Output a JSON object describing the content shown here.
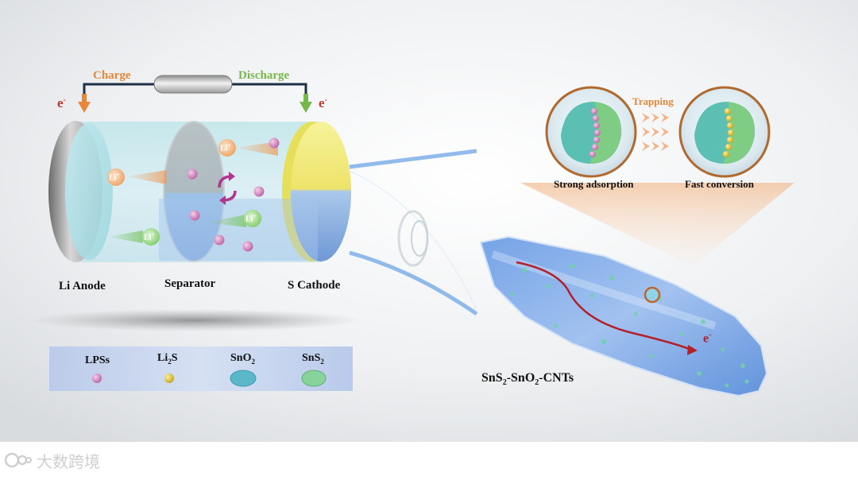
{
  "circuit": {
    "charge_label": "Charge",
    "discharge_label": "Discharge",
    "electron_left": "e",
    "electron_right": "e",
    "electron_sup": "-"
  },
  "battery": {
    "anode_label": "Li Anode",
    "separator_label": "Separator",
    "cathode_label": "S Cathode",
    "ion_label": "Li",
    "ion_sup": "+"
  },
  "legend": {
    "items": [
      {
        "label": "LPSs",
        "color": "#d98cc4"
      },
      {
        "label": "Li2S",
        "color": "#e8d24a"
      },
      {
        "label": "SnO2",
        "color": "#5ab8c9"
      },
      {
        "label": "SnS2",
        "color": "#7fcf9a"
      }
    ],
    "li2s_main": "Li",
    "li2s_sub": "2",
    "li2s_tail": "S",
    "sno2_main": "SnO",
    "sno2_sub": "2",
    "sns2_main": "SnS",
    "sns2_sub": "2"
  },
  "mechanism": {
    "trapping_label": "Trapping",
    "left_caption": "Strong adsorption",
    "right_caption": "Fast conversion"
  },
  "composite": {
    "name_a": "SnS",
    "sub_a": "2",
    "name_b": "-SnO",
    "sub_b": "2",
    "name_c": "-CNTs",
    "electron": "e",
    "electron_sup": "-"
  },
  "watermark": {
    "text": "大数跨境"
  },
  "colors": {
    "charge": "#e8873a",
    "discharge": "#77b84a",
    "electron": "#c0392b",
    "ion_orange": "#e8873a",
    "ion_green": "#6cbf5a",
    "lps": "#d98cc4",
    "li2s": "#e8d24a"
  }
}
